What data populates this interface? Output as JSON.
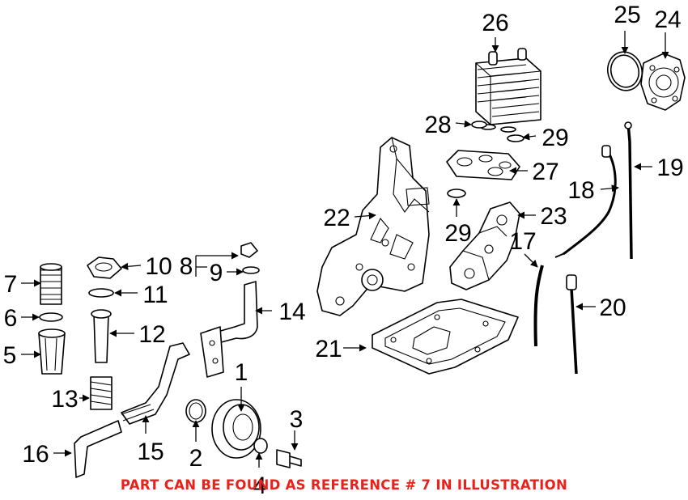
{
  "colors": {
    "line": "#000000",
    "background": "#ffffff",
    "note": "#e8211b"
  },
  "icons": {
    "arrowhead": "solid-triangle-arrowhead"
  },
  "callouts": [
    "1",
    "2",
    "3",
    "4",
    "5",
    "6",
    "7",
    "8",
    "9",
    "10",
    "11",
    "12",
    "13",
    "14",
    "15",
    "16",
    "17",
    "18",
    "19",
    "20",
    "21",
    "22",
    "23",
    "24",
    "25",
    "26",
    "27",
    "28",
    "29",
    "29"
  ],
  "note": "PART CAN BE FOUND AS REFERENCE # 7 IN ILLUSTRATION"
}
